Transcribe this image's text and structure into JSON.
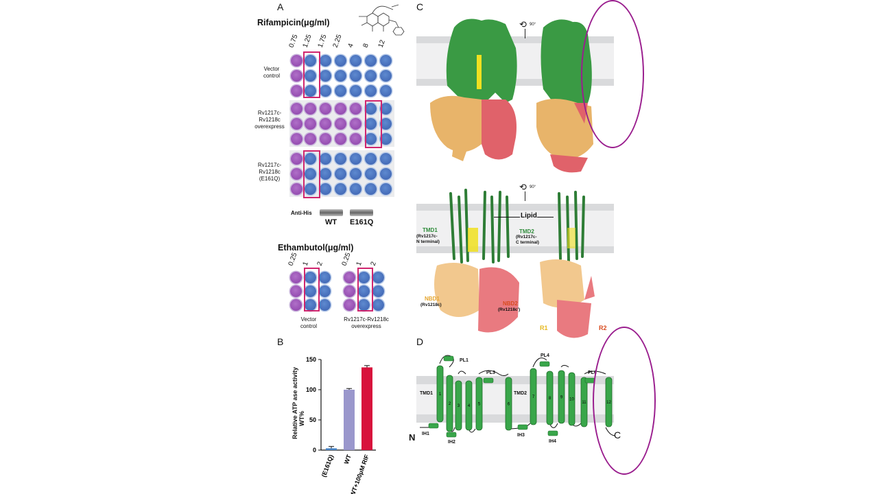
{
  "panelA": {
    "letter": "A",
    "rif_title": "Rifampicin(μg/ml)",
    "rif_concs": [
      "0.75",
      "1.25",
      "1.75",
      "2.25",
      "4",
      "8",
      "12"
    ],
    "row_labels": [
      "Vector\ncontrol",
      "Rv1217c-\nRv1218c\noverexpress",
      "Rv1217c-\nRv1218c\n(E161Q)"
    ],
    "antihis": "Anti-His",
    "wt": "WT",
    "e161q": "E161Q",
    "eth_title": "Ethambutol(μg/ml)",
    "eth_concs": [
      "0.25",
      "1",
      "2"
    ],
    "eth_group_labels": [
      "Vector\ncontrol",
      "Rv1217c-Rv1218c\noverexpress"
    ],
    "colors": {
      "purple": "#8a3fa8",
      "blue": "#3a5fae",
      "box": "#d0256e"
    }
  },
  "panelB": {
    "letter": "B",
    "chart_data": {
      "type": "bar",
      "categories": [
        "(E161Q)",
        "WT",
        "WT+100μM RIF"
      ],
      "values": [
        3,
        100,
        137
      ],
      "errors": [
        3,
        2,
        3
      ],
      "colors": [
        "#4a86c8",
        "#9a97cc",
        "#d8123c"
      ],
      "ylabel": "Relative ATP ase activity\nWT%",
      "ylim": [
        0,
        150
      ],
      "yticks": [
        "0",
        "50",
        "100",
        "150"
      ]
    }
  },
  "panelC": {
    "letter": "C",
    "rot": "90°",
    "lipid": "Lipid",
    "tmd1": "TMD1",
    "tmd1_sub": "(Rv1217c-\nN terminal)",
    "tmd2": "TMD2",
    "tmd2_sub": "(Rv1217c-\nC terminal)",
    "nbd1": "NBD1",
    "nbd1_sub": "(Rv1218c)",
    "nbd2": "NBD2",
    "nbd2_sub": "(Rv1218c')",
    "r1": "R1",
    "r2": "R2",
    "colors": {
      "green": "#3a9a44",
      "orange": "#e8b46a",
      "red": "#e0626a",
      "yellow": "#f0e020"
    }
  },
  "panelD": {
    "letter": "D",
    "n": "N",
    "c": "C",
    "tmd1": "TMD1",
    "tmd2": "TMD2",
    "pl": [
      "PL1",
      "PL3",
      "PL4",
      "PL6"
    ],
    "ih": [
      "IH1",
      "IH2",
      "IH3",
      "IH4"
    ],
    "helix_nums": [
      "1",
      "2",
      "3",
      "4",
      "5",
      "6",
      "7",
      "8",
      "9",
      "10",
      "11",
      "12"
    ]
  }
}
